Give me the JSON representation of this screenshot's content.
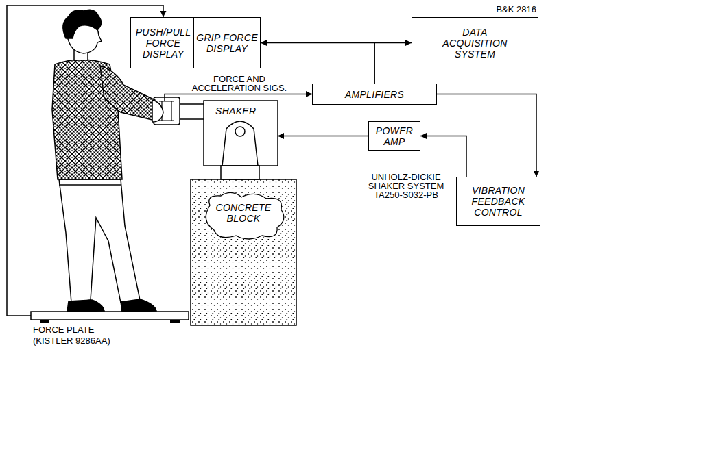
{
  "diagram": {
    "nodes": [
      {
        "text": [
          "PUSH/PULL FORCE DISPLAY"
        ]
      },
      {
        "text": [
          "GRIP FORCE DISPLAY"
        ]
      },
      {
        "text": [
          "B&K 2816",
          "DATA ACQUISITION SYSTEM"
        ]
      },
      {
        "text": [
          "AMPLIFIERS"
        ]
      },
      {
        "text": [
          "SHAKER"
        ]
      },
      {
        "text": [
          "POWER AMP"
        ]
      },
      {
        "text": [
          "CONCRETE BLOCK"
        ]
      },
      {
        "text": [
          "VIBRATION FEEDBACK CONTROL"
        ]
      },
      {
        "text": [
          "FORCE PLATE (KISTLER 9286AA)"
        ]
      }
    ],
    "edges": [
      {
        "from": 8,
        "to": 0,
        "arrow": "to"
      },
      {
        "from": 3,
        "to": 1,
        "arrow": "to"
      },
      {
        "from": 3,
        "to": 2,
        "arrow": "to"
      },
      {
        "from": 4,
        "to": 3,
        "label": "FORCE AND ACCELERATION SIGS.",
        "arrow": "to"
      },
      {
        "from": 3,
        "to": 7,
        "arrow": "to"
      },
      {
        "from": 7,
        "to": 5,
        "arrow": "to"
      },
      {
        "from": 5,
        "to": 4,
        "arrow": "to"
      }
    ],
    "labels": [
      "UNHOLZ-DICKIE SHAKER SYSTEM TA250-S032-PB"
    ]
  }
}
